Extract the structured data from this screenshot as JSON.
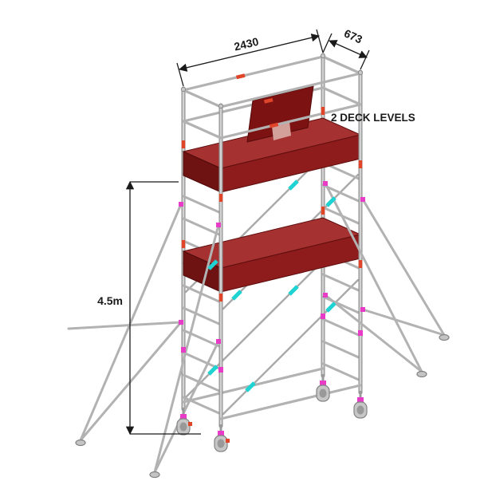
{
  "annotations": {
    "width_label": "2430",
    "depth_label": "673",
    "height_label": "4.5m",
    "deck_levels_label": "2 DECK LEVELS"
  },
  "colors": {
    "background": "#ffffff",
    "frame_dark": "#8f8f8f",
    "frame_light": "#d2d2d2",
    "frame_mid": "#b2b2b2",
    "frame_soft": "#a9a9a9",
    "deck_red": "#8e1c1c",
    "deck_red_top": "#a53131",
    "deck_red_dark": "#6e1212",
    "panel_red": "#7c1212",
    "panel_notch": "#d4a09a",
    "clip_cyan": "#1fd3d3",
    "clip_magenta": "#e83cc8",
    "clip_red": "#e0452a",
    "dim_color": "#1a1a1a"
  }
}
